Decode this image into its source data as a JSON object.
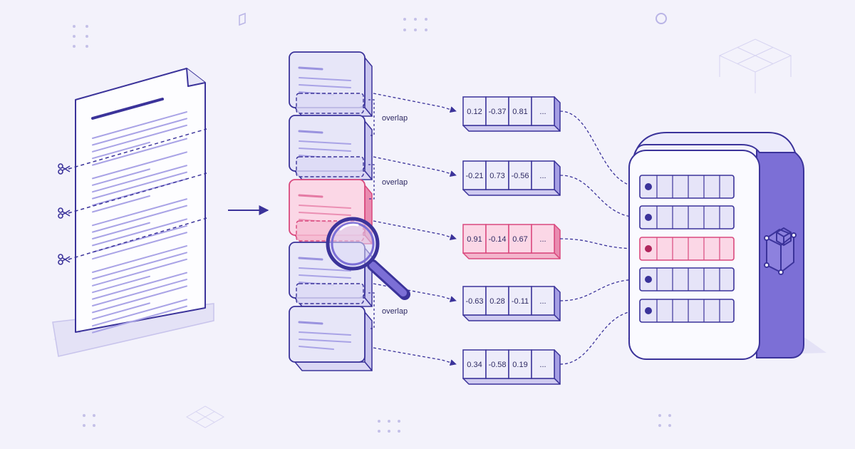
{
  "colors": {
    "background": "#f3f2fb",
    "stroke": "#3b339a",
    "chunk_fill": "#e7e6f8",
    "chunk_side": "#c9c5ee",
    "highlight_fill": "#fbd7e6",
    "highlight_stroke": "#d9497e",
    "vector_cell": "#edecfa",
    "db_side": "#7c6fd6"
  },
  "icons": {
    "scissors": "scissors-icon",
    "magnifier": "magnifier-icon",
    "cube": "cube-network-icon"
  },
  "overlap_labels": [
    "overlap",
    "overlap",
    "overlap"
  ],
  "vectors": [
    {
      "values": [
        "0.12",
        "-0.37",
        "0.81",
        "..."
      ],
      "highlighted": false
    },
    {
      "values": [
        "-0.21",
        "0.73",
        "-0.56",
        "..."
      ],
      "highlighted": false
    },
    {
      "values": [
        "0.91",
        "-0.14",
        "0.67",
        "..."
      ],
      "highlighted": true
    },
    {
      "values": [
        "-0.63",
        "0.28",
        "-0.11",
        "..."
      ],
      "highlighted": false
    },
    {
      "values": [
        "0.34",
        "-0.58",
        "0.19",
        "..."
      ],
      "highlighted": false
    }
  ],
  "highlighted_chunk_index": 2,
  "highlighted_db_row_index": 2
}
